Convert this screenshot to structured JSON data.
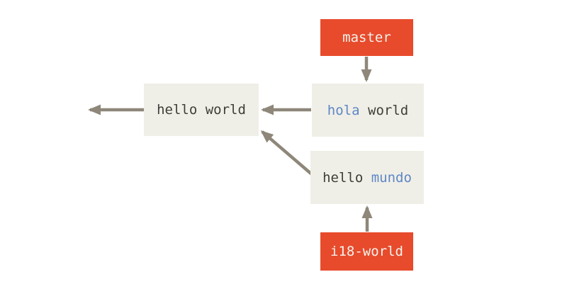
{
  "branches": {
    "master": {
      "label": "master"
    },
    "i18_world": {
      "label": "i18-world"
    }
  },
  "commits": {
    "hello_world": {
      "tokens": [
        {
          "text": "hello world",
          "color": "#3f3d38"
        }
      ]
    },
    "hola_world": {
      "tokens": [
        {
          "text": "hola",
          "color": "#5e87c6"
        },
        {
          "text": " world",
          "color": "#3f3d38"
        }
      ]
    },
    "hello_mundo": {
      "tokens": [
        {
          "text": "hello",
          "color": "#3f3d38"
        },
        {
          "text": " mundo",
          "color": "#5e87c6"
        }
      ]
    }
  },
  "arrows": [
    {
      "name": "history-left-arrow",
      "from": "hello world",
      "to": "earlier-history"
    },
    {
      "name": "hola-to-hello-arrow",
      "from": "hola world",
      "to": "hello world"
    },
    {
      "name": "mundo-to-hello-arrow",
      "from": "hello mundo",
      "to": "hello world"
    },
    {
      "name": "master-pointer-arrow",
      "from": "master",
      "to": "hola world"
    },
    {
      "name": "i18-world-pointer-arrow",
      "from": "i18-world",
      "to": "hello mundo"
    }
  ],
  "colors": {
    "background": "#ffffff",
    "commit_box_bg": "#f0efe7",
    "branch_label_bg": "#e74b2c",
    "branch_label_text": "#f5f2ec",
    "arrow": "#8e877a",
    "dark_text": "#3f3d38",
    "blue_text": "#5e87c6"
  }
}
